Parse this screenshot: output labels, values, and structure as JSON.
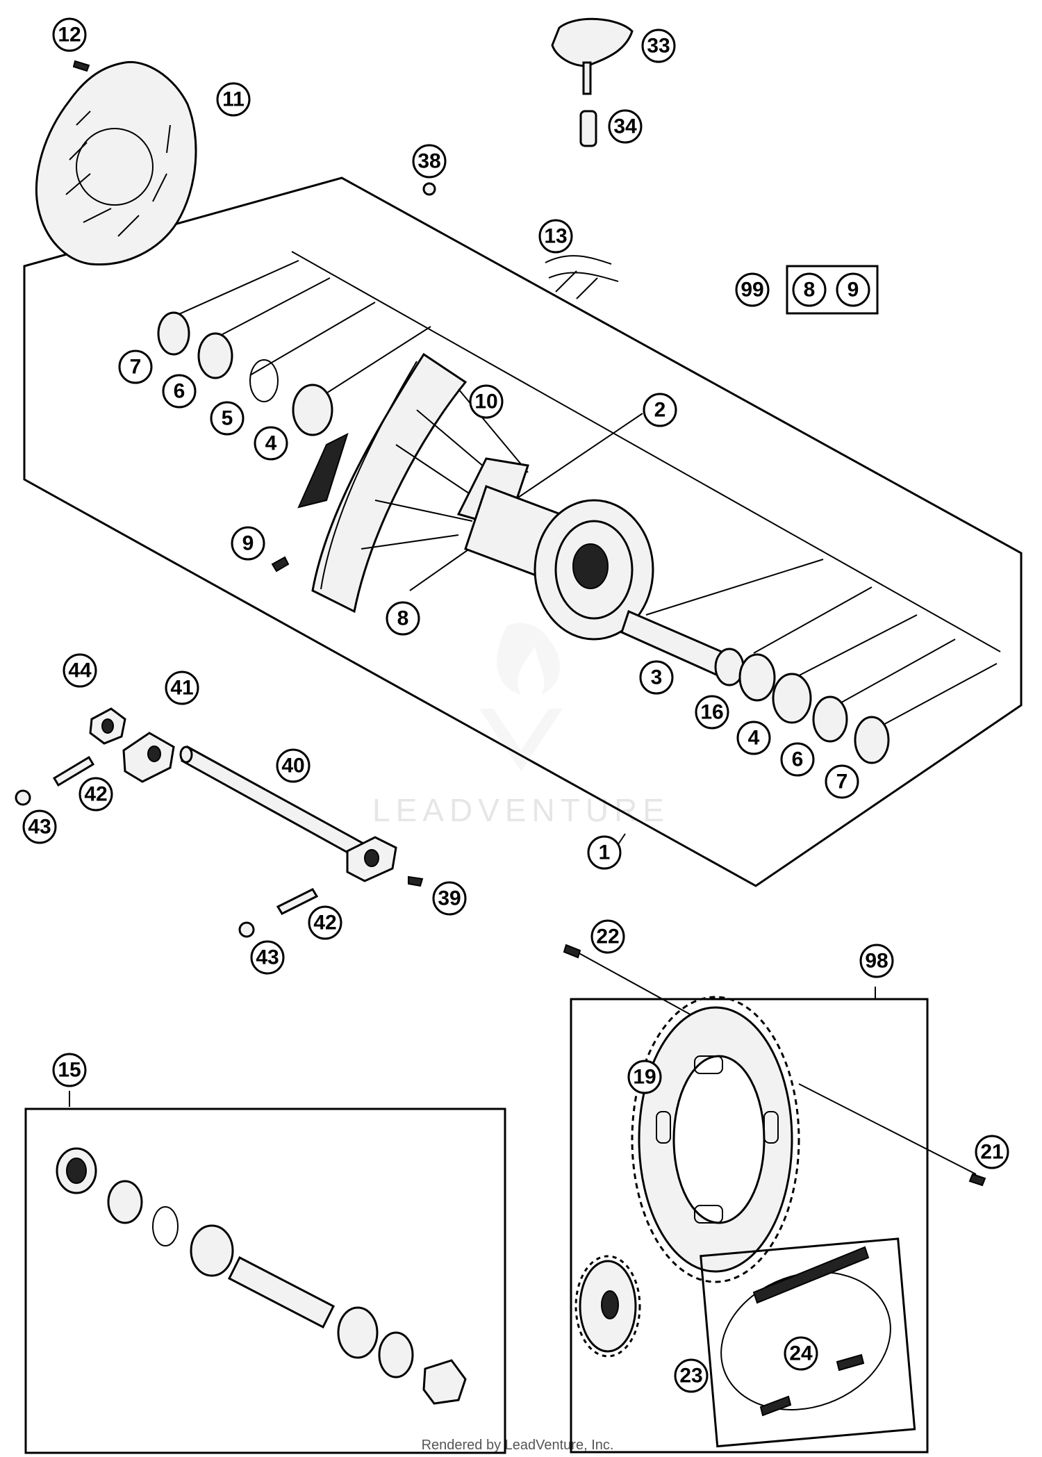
{
  "callouts": [
    {
      "id": "c12",
      "label": "12"
    },
    {
      "id": "c11",
      "label": "11"
    },
    {
      "id": "c33",
      "label": "33"
    },
    {
      "id": "c34",
      "label": "34"
    },
    {
      "id": "c38",
      "label": "38"
    },
    {
      "id": "c13",
      "label": "13"
    },
    {
      "id": "c99",
      "label": "99"
    },
    {
      "id": "c8a",
      "label": "8"
    },
    {
      "id": "c9a",
      "label": "9"
    },
    {
      "id": "c7a",
      "label": "7"
    },
    {
      "id": "c6a",
      "label": "6"
    },
    {
      "id": "c5",
      "label": "5"
    },
    {
      "id": "c4a",
      "label": "4"
    },
    {
      "id": "c10",
      "label": "10"
    },
    {
      "id": "c2",
      "label": "2"
    },
    {
      "id": "c9b",
      "label": "9"
    },
    {
      "id": "c8b",
      "label": "8"
    },
    {
      "id": "c3",
      "label": "3"
    },
    {
      "id": "c16",
      "label": "16"
    },
    {
      "id": "c4b",
      "label": "4"
    },
    {
      "id": "c6b",
      "label": "6"
    },
    {
      "id": "c7b",
      "label": "7"
    },
    {
      "id": "c44",
      "label": "44"
    },
    {
      "id": "c41",
      "label": "41"
    },
    {
      "id": "c40",
      "label": "40"
    },
    {
      "id": "c42a",
      "label": "42"
    },
    {
      "id": "c43a",
      "label": "43"
    },
    {
      "id": "c1",
      "label": "1"
    },
    {
      "id": "c39",
      "label": "39"
    },
    {
      "id": "c42b",
      "label": "42"
    },
    {
      "id": "c43b",
      "label": "43"
    },
    {
      "id": "c22",
      "label": "22"
    },
    {
      "id": "c98",
      "label": "98"
    },
    {
      "id": "c15",
      "label": "15"
    },
    {
      "id": "c19",
      "label": "19"
    },
    {
      "id": "c21",
      "label": "21"
    },
    {
      "id": "c24",
      "label": "24"
    },
    {
      "id": "c23",
      "label": "23"
    }
  ],
  "watermark": "LEADVENTURE",
  "footer": "Rendered by LeadVenture, Inc."
}
